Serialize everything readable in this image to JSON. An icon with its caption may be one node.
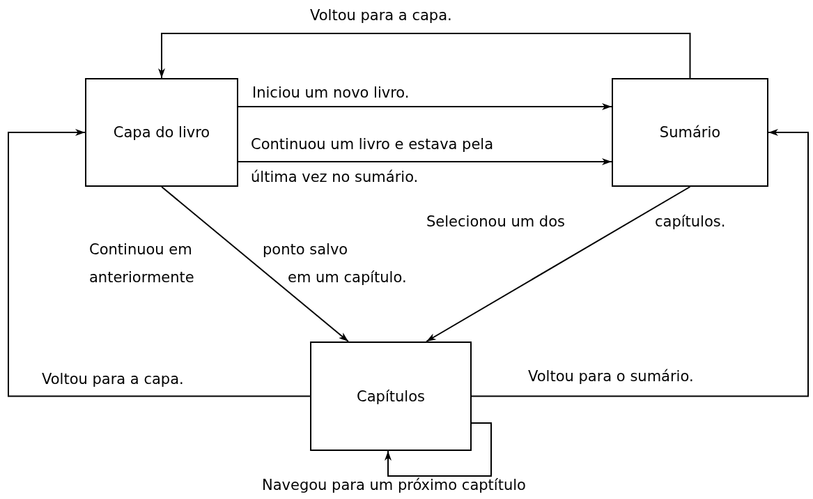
{
  "diagram": {
    "nodes": [
      {
        "text": [
          "Capa do livro"
        ]
      },
      {
        "text": [
          "Sumário"
        ]
      },
      {
        "text": [
          "Capítulos"
        ]
      }
    ],
    "edges": [
      {
        "from": 1,
        "to": 0,
        "arrow": "to",
        "label": "Voltou para a capa."
      },
      {
        "from": 0,
        "to": 1,
        "arrow": "to",
        "label": "Iniciou um novo livro."
      },
      {
        "from": 0,
        "to": 1,
        "arrow": "to",
        "label": "Continuou um livro e estava pela última vez no sumário."
      },
      {
        "from": 0,
        "to": 2,
        "arrow": "to",
        "label": "Continuou em ponto salvo anteriormente em um capítulo."
      },
      {
        "from": 1,
        "to": 2,
        "arrow": "to",
        "label": "Selecionou um dos capítulos."
      },
      {
        "from": 2,
        "to": 0,
        "arrow": "to",
        "label": "Voltou para a capa."
      },
      {
        "from": 2,
        "to": 1,
        "arrow": "to",
        "label": "Voltou para o sumário."
      },
      {
        "from": 2,
        "to": 2,
        "arrow": "to",
        "label": "Navegou para um próximo captítulo"
      }
    ]
  }
}
